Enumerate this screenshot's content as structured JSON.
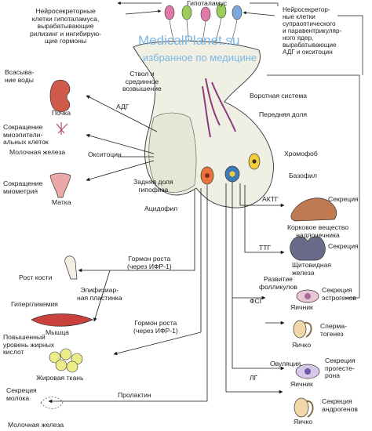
{
  "watermark": {
    "line1": "MedicalPlanet.su",
    "line2": "избранное по медицине"
  },
  "labels": {
    "hypothalamus": "Гипоталамус",
    "neurosecretory_left": "Нейросекреторные\nклетки гипоталамуса,\nвырабатывающие\nрилизинг и ингибирую-\nщие гормоны",
    "neurosecretory_right": "Нейросекретор-\nные клетки\nсупраоптического\nи паравентрикуляр-\nного ядер,\nвырабатывающие\nАДГ и окситоцин",
    "stalk": "Ствол и\nсрединное\nвозвышение",
    "portal": "Воротная система",
    "anterior": "Передняя доля",
    "chromophobe": "Хромофоб",
    "basophil": "Базофил",
    "acidophil": "Ацидофил",
    "posterior": "Задняя доля\nгипофиза",
    "adh": "АДГ",
    "oxytocin": "Окситоцин",
    "water": "Всасыва-\nние воды",
    "kidney": "Почка",
    "myoepi": "Сокращение\nмиоэпители-\nальных клеток",
    "mammary1": "Молочная железа",
    "myometrium": "Сокращение\nмиометрия",
    "uterus": "Матка",
    "acth": "АКТГ",
    "secretion": "Секреция",
    "adrenal": "Корковое вещество\nнадпочечника",
    "tsh": "ТТГ",
    "thyroid": "Щитовидная\nжелеза",
    "follicle_dev": "Развитие\nфолликулов",
    "estrogen_sec": "Секреция\nэстрогенов",
    "fsh": "ФСГ",
    "ovary": "Яичник",
    "sperm": "Сперма-\nтогенез",
    "testis": "Яичко",
    "ovulation": "Овуляция",
    "progest_sec": "Секреция\nпрогесте-\nрона",
    "lh": "ЛГ",
    "androgen_sec": "Секреция\nандрогенов",
    "gh1": "Гормон роста\n(через ИФР-1)",
    "bone_growth": "Рост кости",
    "epiphyseal": "Эпифизиар-\nная пластинка",
    "hyperglycemia": "Гипергликемия",
    "muscle": "Мышца",
    "gh2": "Гормон роста\n(через ИФР-1)",
    "fatty_acids": "Повышенный\nуровень жирных\nкислот",
    "adipose": "Жировая ткань",
    "prolactin": "Пролактин",
    "milk_sec": "Секреция\nмолока",
    "mammary2": "Молочная железа"
  },
  "colors": {
    "line": "#1a1a1a",
    "gland": "#efefe4",
    "neuron_pink": "#e07aa8",
    "neuron_green": "#9acd5a",
    "neuron_blue": "#7aa8d8",
    "vessel": "#8a3c7e",
    "acidophil": "#e9763a",
    "basophil": "#3c7ab8",
    "chromophobe": "#f2cf3a",
    "adrenal": "#c07a52",
    "thyroid": "#6a6a8a",
    "kidney": "#cf5a4a",
    "muscle": "#c8413d",
    "fat": "#ecec8a"
  }
}
